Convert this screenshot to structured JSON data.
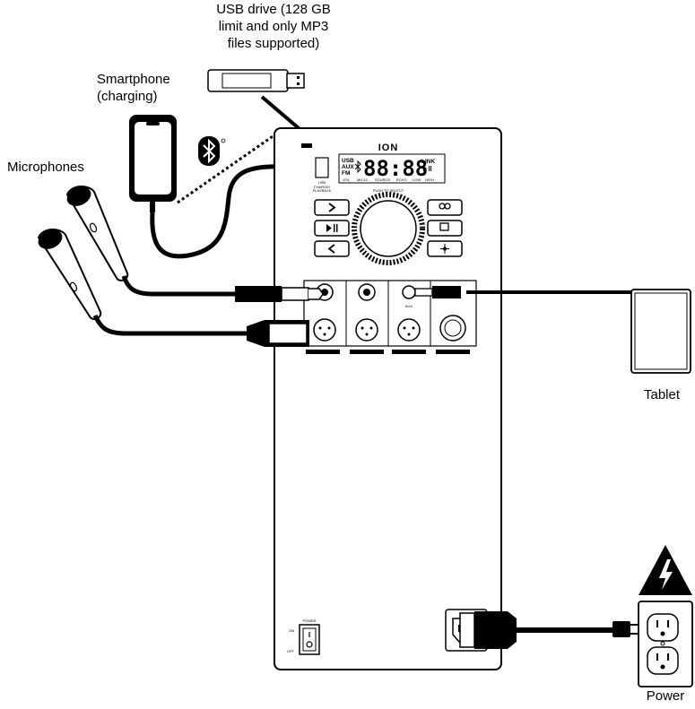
{
  "labels": {
    "usb_drive": [
      "USB drive (128 GB",
      "limit and only MP3",
      "files supported)"
    ],
    "smartphone": [
      "Smartphone",
      "(charging)"
    ],
    "microphones": "Microphones",
    "tablet": "Tablet",
    "power": "Power"
  },
  "panel": {
    "brand": "ION",
    "lcd_left": [
      "USB",
      "AUX",
      "FM"
    ],
    "lcd_right_top": "LINK",
    "lcd_digits": "88:88",
    "lcd_bottom": [
      "VOL",
      "MIC12",
      "SOURCE",
      "ECHO",
      "LOW",
      "HIGH"
    ],
    "knob_caption": "PUSH TO SELECT",
    "usb_caption": [
      "USB",
      "CHARGE/",
      "PLAYBACK"
    ],
    "aux_label": "AUX",
    "power_label": "POWER",
    "on_label": "ON",
    "off_label": "OFF"
  },
  "colors": {
    "line": "#000000",
    "background": "#ffffff"
  }
}
